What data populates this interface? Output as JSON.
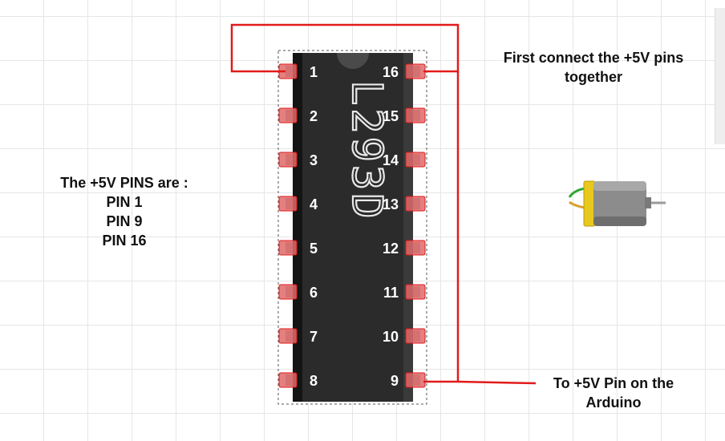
{
  "chip": {
    "logo": "L293D",
    "left_pins": [
      "1",
      "2",
      "3",
      "4",
      "5",
      "6",
      "7",
      "8"
    ],
    "right_pins": [
      "16",
      "15",
      "14",
      "13",
      "12",
      "11",
      "10",
      "9"
    ]
  },
  "notes": {
    "top_right": [
      "First connect the +5V pins",
      "together"
    ],
    "left": [
      "The +5V PINS are :",
      "PIN 1",
      "PIN 9",
      "PIN 16"
    ],
    "bottom_right": [
      "To +5V Pin on the",
      "Arduino"
    ]
  },
  "colors": {
    "wire": "#e21a1a",
    "chip_body": "#2b2b2b",
    "pin_fill": "#e06a6a",
    "motor_cap": "#e8c81c"
  },
  "icons": [
    "dc-motor-icon",
    "chip-notch-icon"
  ]
}
